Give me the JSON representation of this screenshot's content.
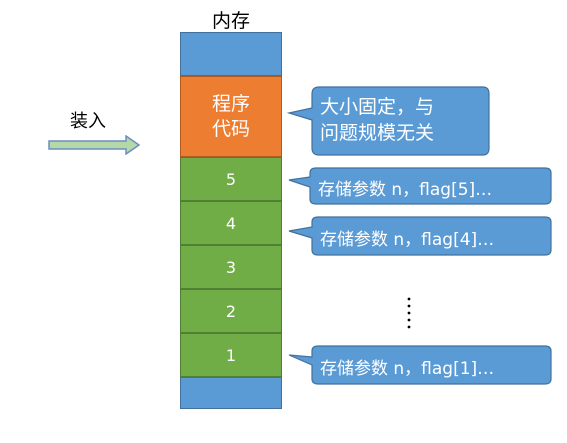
{
  "memory": {
    "title": "内存",
    "code_block": {
      "line1": "程序",
      "line2": "代码"
    },
    "frames": [
      "5",
      "4",
      "3",
      "2",
      "1"
    ]
  },
  "load": {
    "label": "装入"
  },
  "callouts": {
    "code": {
      "line1": "大小固定，与",
      "line2": "问题规模无关"
    },
    "frame5": "存储参数 n，flag[5]…",
    "frame4": "存储参数 n，flag[4]…",
    "frame1": "存储参数 n，flag[1]…"
  },
  "colors": {
    "blue": "#5b9bd5",
    "orange": "#ed7d31",
    "green": "#70ad47",
    "arrow_fill": "#b6d7a8",
    "arrow_stroke": "#6a8fc1"
  }
}
